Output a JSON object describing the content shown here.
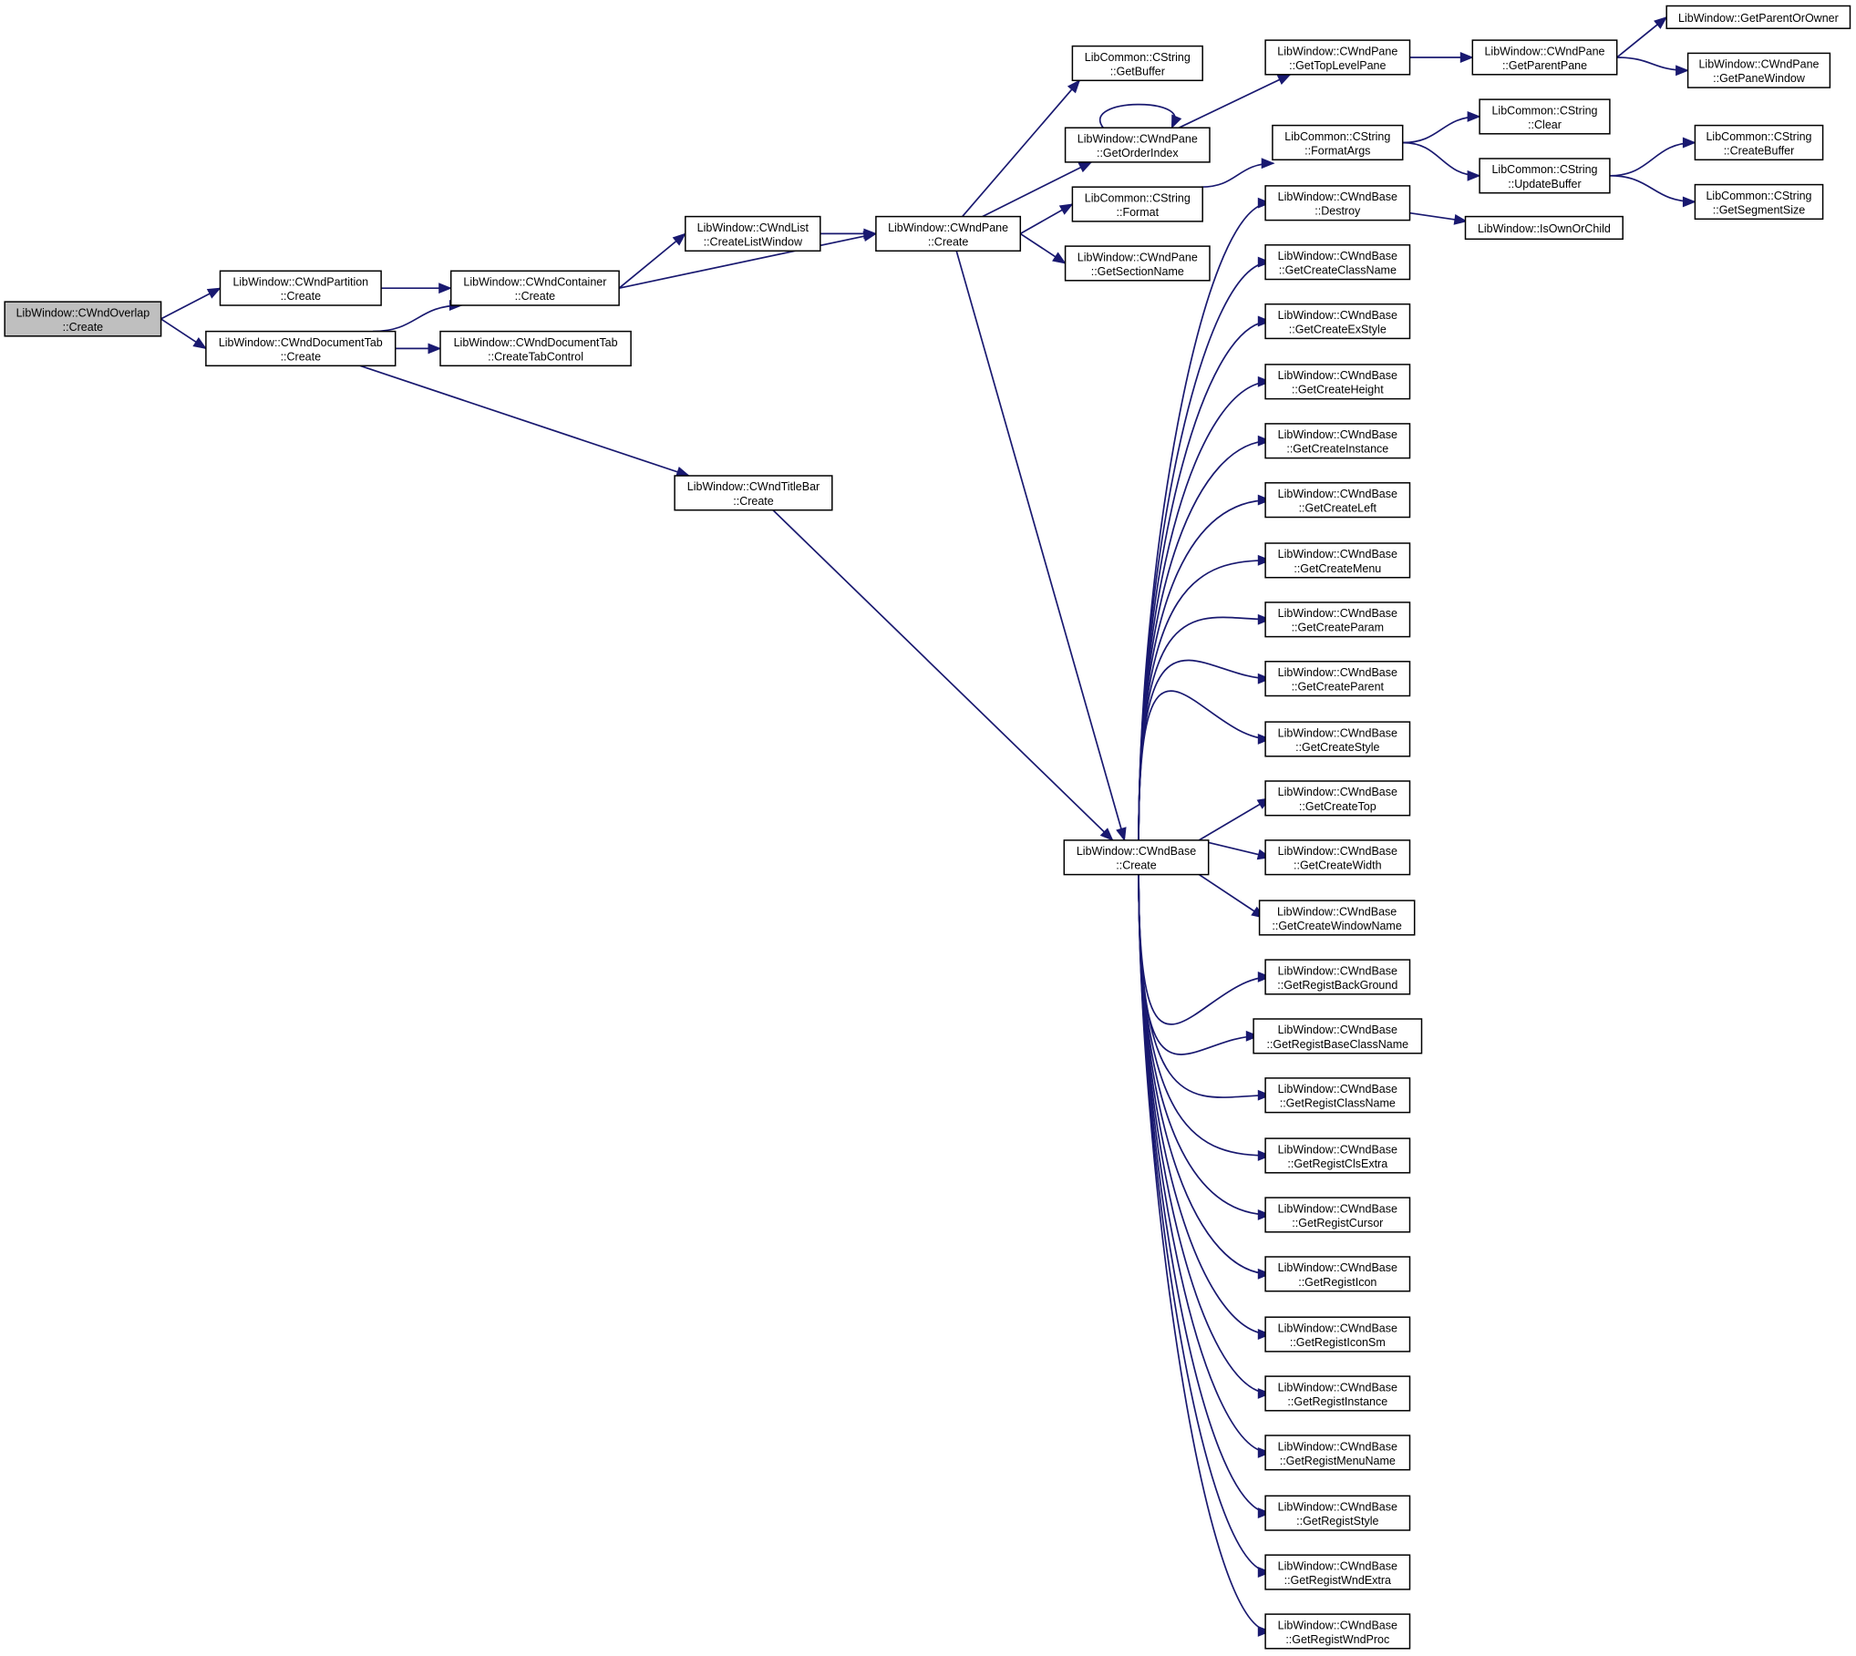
{
  "diagram": {
    "type": "call-graph",
    "root": "overlap_create",
    "colors": {
      "edge": "#191970",
      "root_fill": "#bfbfbf",
      "node_fill": "#ffffff",
      "border": "#000000"
    },
    "nodes": [
      {
        "id": "overlap_create",
        "line1": "LibWindow::CWndOverlap",
        "line2": "::Create"
      },
      {
        "id": "partition_create",
        "line1": "LibWindow::CWndPartition",
        "line2": "::Create"
      },
      {
        "id": "doctab_create",
        "line1": "LibWindow::CWndDocumentTab",
        "line2": "::Create"
      },
      {
        "id": "container_create",
        "line1": "LibWindow::CWndContainer",
        "line2": "::Create"
      },
      {
        "id": "doctab_createtab",
        "line1": "LibWindow::CWndDocumentTab",
        "line2": "::CreateTabControl"
      },
      {
        "id": "list_createlist",
        "line1": "LibWindow::CWndList",
        "line2": "::CreateListWindow"
      },
      {
        "id": "titlebar_create",
        "line1": "LibWindow::CWndTitleBar",
        "line2": "::Create"
      },
      {
        "id": "pane_create",
        "line1": "LibWindow::CWndPane",
        "line2": "::Create"
      },
      {
        "id": "cstring_getbuffer",
        "line1": "LibCommon::CString",
        "line2": "::GetBuffer"
      },
      {
        "id": "pane_getorderindex",
        "line1": "LibWindow::CWndPane",
        "line2": "::GetOrderIndex"
      },
      {
        "id": "cstring_format",
        "line1": "LibCommon::CString",
        "line2": "::Format"
      },
      {
        "id": "pane_getsectionname",
        "line1": "LibWindow::CWndPane",
        "line2": "::GetSectionName"
      },
      {
        "id": "base_create",
        "line1": "LibWindow::CWndBase",
        "line2": "::Create"
      },
      {
        "id": "pane_gettoplevelpane",
        "line1": "LibWindow::CWndPane",
        "line2": "::GetTopLevelPane"
      },
      {
        "id": "cstring_formatargs",
        "line1": "LibCommon::CString",
        "line2": "::FormatArgs"
      },
      {
        "id": "pane_getparentpane",
        "line1": "LibWindow::CWndPane",
        "line2": "::GetParentPane"
      },
      {
        "id": "getparentorowner",
        "line1": "LibWindow::GetParentOrOwner",
        "line2": ""
      },
      {
        "id": "pane_getpanewindow",
        "line1": "LibWindow::CWndPane",
        "line2": "::GetPaneWindow"
      },
      {
        "id": "cstring_clear",
        "line1": "LibCommon::CString",
        "line2": "::Clear"
      },
      {
        "id": "cstring_updatebuffer",
        "line1": "LibCommon::CString",
        "line2": "::UpdateBuffer"
      },
      {
        "id": "cstring_createbuffer",
        "line1": "LibCommon::CString",
        "line2": "::CreateBuffer"
      },
      {
        "id": "cstring_getsegmentsize",
        "line1": "LibCommon::CString",
        "line2": "::GetSegmentSize"
      },
      {
        "id": "base_destroy",
        "line1": "LibWindow::CWndBase",
        "line2": "::Destroy"
      },
      {
        "id": "isownorchild",
        "line1": "LibWindow::IsOwnOrChild",
        "line2": ""
      },
      {
        "id": "b_GetCreateClassName",
        "line1": "LibWindow::CWndBase",
        "line2": "::GetCreateClassName"
      },
      {
        "id": "b_GetCreateExStyle",
        "line1": "LibWindow::CWndBase",
        "line2": "::GetCreateExStyle"
      },
      {
        "id": "b_GetCreateHeight",
        "line1": "LibWindow::CWndBase",
        "line2": "::GetCreateHeight"
      },
      {
        "id": "b_GetCreateInstance",
        "line1": "LibWindow::CWndBase",
        "line2": "::GetCreateInstance"
      },
      {
        "id": "b_GetCreateLeft",
        "line1": "LibWindow::CWndBase",
        "line2": "::GetCreateLeft"
      },
      {
        "id": "b_GetCreateMenu",
        "line1": "LibWindow::CWndBase",
        "line2": "::GetCreateMenu"
      },
      {
        "id": "b_GetCreateParam",
        "line1": "LibWindow::CWndBase",
        "line2": "::GetCreateParam"
      },
      {
        "id": "b_GetCreateParent",
        "line1": "LibWindow::CWndBase",
        "line2": "::GetCreateParent"
      },
      {
        "id": "b_GetCreateStyle",
        "line1": "LibWindow::CWndBase",
        "line2": "::GetCreateStyle"
      },
      {
        "id": "b_GetCreateTop",
        "line1": "LibWindow::CWndBase",
        "line2": "::GetCreateTop"
      },
      {
        "id": "b_GetCreateWidth",
        "line1": "LibWindow::CWndBase",
        "line2": "::GetCreateWidth"
      },
      {
        "id": "b_GetCreateWindowName",
        "line1": "LibWindow::CWndBase",
        "line2": "::GetCreateWindowName"
      },
      {
        "id": "b_GetRegistBackGround",
        "line1": "LibWindow::CWndBase",
        "line2": "::GetRegistBackGround"
      },
      {
        "id": "b_GetRegistBaseClassName",
        "line1": "LibWindow::CWndBase",
        "line2": "::GetRegistBaseClassName"
      },
      {
        "id": "b_GetRegistClassName",
        "line1": "LibWindow::CWndBase",
        "line2": "::GetRegistClassName"
      },
      {
        "id": "b_GetRegistClsExtra",
        "line1": "LibWindow::CWndBase",
        "line2": "::GetRegistClsExtra"
      },
      {
        "id": "b_GetRegistCursor",
        "line1": "LibWindow::CWndBase",
        "line2": "::GetRegistCursor"
      },
      {
        "id": "b_GetRegistIcon",
        "line1": "LibWindow::CWndBase",
        "line2": "::GetRegistIcon"
      },
      {
        "id": "b_GetRegistIconSm",
        "line1": "LibWindow::CWndBase",
        "line2": "::GetRegistIconSm"
      },
      {
        "id": "b_GetRegistInstance",
        "line1": "LibWindow::CWndBase",
        "line2": "::GetRegistInstance"
      },
      {
        "id": "b_GetRegistMenuName",
        "line1": "LibWindow::CWndBase",
        "line2": "::GetRegistMenuName"
      },
      {
        "id": "b_GetRegistStyle",
        "line1": "LibWindow::CWndBase",
        "line2": "::GetRegistStyle"
      },
      {
        "id": "b_GetRegistWndExtra",
        "line1": "LibWindow::CWndBase",
        "line2": "::GetRegistWndExtra"
      },
      {
        "id": "b_GetRegistWndProc",
        "line1": "LibWindow::CWndBase",
        "line2": "::GetRegistWndProc"
      }
    ],
    "edges": [
      [
        "overlap_create",
        "partition_create"
      ],
      [
        "overlap_create",
        "doctab_create"
      ],
      [
        "partition_create",
        "container_create"
      ],
      [
        "doctab_create",
        "container_create"
      ],
      [
        "doctab_create",
        "doctab_createtab"
      ],
      [
        "doctab_create",
        "titlebar_create"
      ],
      [
        "container_create",
        "list_createlist"
      ],
      [
        "container_create",
        "pane_create"
      ],
      [
        "list_createlist",
        "pane_create"
      ],
      [
        "titlebar_create",
        "base_create"
      ],
      [
        "pane_create",
        "cstring_getbuffer"
      ],
      [
        "pane_create",
        "pane_getorderindex"
      ],
      [
        "pane_create",
        "cstring_format"
      ],
      [
        "pane_create",
        "pane_getsectionname"
      ],
      [
        "pane_create",
        "base_create"
      ],
      [
        "pane_getorderindex",
        "pane_getorderindex"
      ],
      [
        "pane_getorderindex",
        "pane_gettoplevelpane"
      ],
      [
        "pane_gettoplevelpane",
        "pane_getparentpane"
      ],
      [
        "pane_getparentpane",
        "getparentorowner"
      ],
      [
        "pane_getparentpane",
        "pane_getpanewindow"
      ],
      [
        "cstring_format",
        "cstring_formatargs"
      ],
      [
        "cstring_formatargs",
        "cstring_clear"
      ],
      [
        "cstring_formatargs",
        "cstring_updatebuffer"
      ],
      [
        "cstring_updatebuffer",
        "cstring_createbuffer"
      ],
      [
        "cstring_updatebuffer",
        "cstring_getsegmentsize"
      ],
      [
        "base_destroy",
        "isownorchild"
      ],
      [
        "base_create",
        "base_destroy"
      ],
      [
        "base_create",
        "b_GetCreateClassName"
      ],
      [
        "base_create",
        "b_GetCreateExStyle"
      ],
      [
        "base_create",
        "b_GetCreateHeight"
      ],
      [
        "base_create",
        "b_GetCreateInstance"
      ],
      [
        "base_create",
        "b_GetCreateLeft"
      ],
      [
        "base_create",
        "b_GetCreateMenu"
      ],
      [
        "base_create",
        "b_GetCreateParam"
      ],
      [
        "base_create",
        "b_GetCreateParent"
      ],
      [
        "base_create",
        "b_GetCreateStyle"
      ],
      [
        "base_create",
        "b_GetCreateTop"
      ],
      [
        "base_create",
        "b_GetCreateWidth"
      ],
      [
        "base_create",
        "b_GetCreateWindowName"
      ],
      [
        "base_create",
        "b_GetRegistBackGround"
      ],
      [
        "base_create",
        "b_GetRegistBaseClassName"
      ],
      [
        "base_create",
        "b_GetRegistClassName"
      ],
      [
        "base_create",
        "b_GetRegistClsExtra"
      ],
      [
        "base_create",
        "b_GetRegistCursor"
      ],
      [
        "base_create",
        "b_GetRegistIcon"
      ],
      [
        "base_create",
        "b_GetRegistIconSm"
      ],
      [
        "base_create",
        "b_GetRegistInstance"
      ],
      [
        "base_create",
        "b_GetRegistMenuName"
      ],
      [
        "base_create",
        "b_GetRegistStyle"
      ],
      [
        "base_create",
        "b_GetRegistWndExtra"
      ],
      [
        "base_create",
        "b_GetRegistWndProc"
      ]
    ]
  }
}
